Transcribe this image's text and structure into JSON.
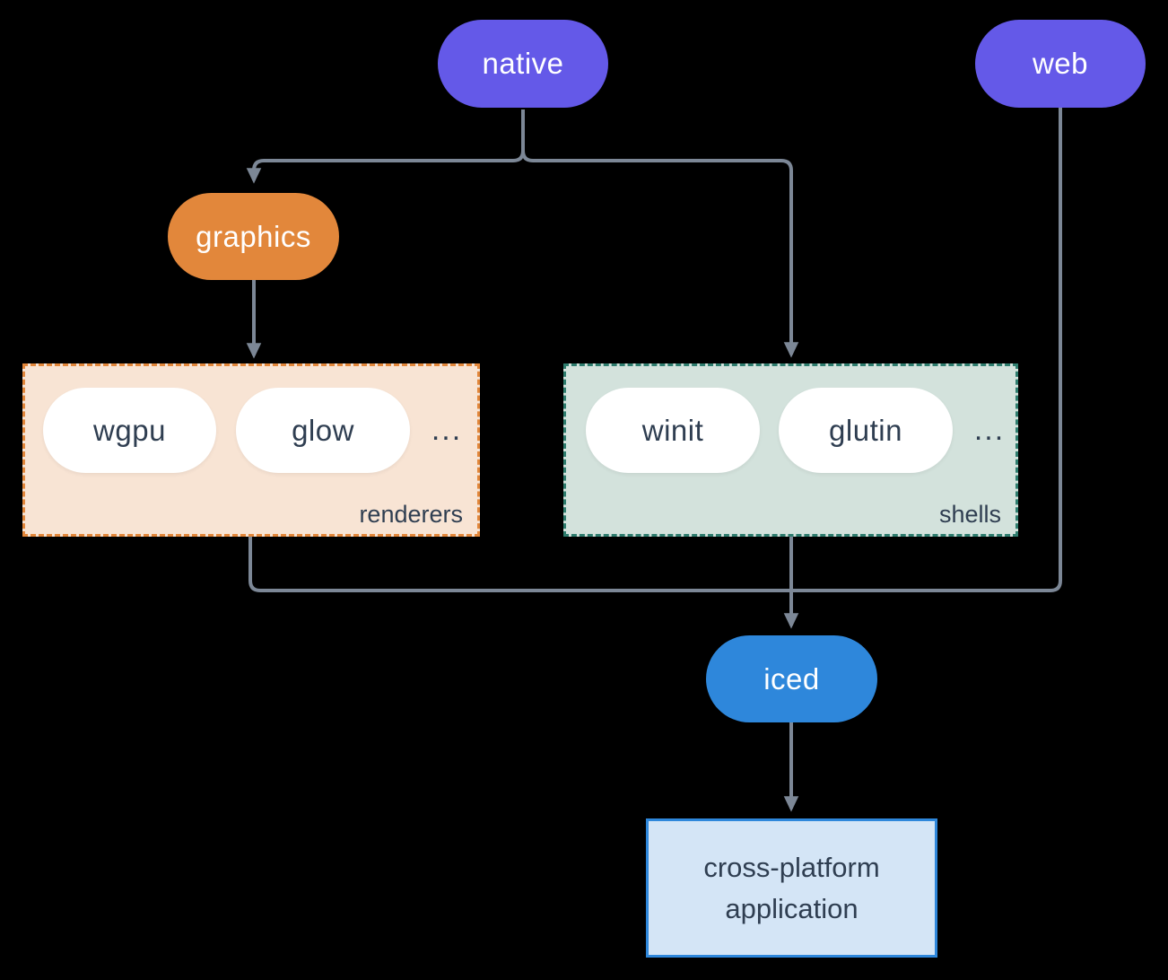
{
  "diagram": {
    "background": "#000000",
    "connector_color": "#7C8796",
    "nodes": {
      "native": {
        "label": "native",
        "color": "#6459E8",
        "text_color": "#FFFFFF"
      },
      "web": {
        "label": "web",
        "color": "#6459E8",
        "text_color": "#FFFFFF"
      },
      "graphics": {
        "label": "graphics",
        "color": "#E2873B",
        "text_color": "#FFFFFF"
      },
      "iced": {
        "label": "iced",
        "color": "#2E87DB",
        "text_color": "#FFFFFF"
      },
      "app": {
        "label_line1": "cross-platform",
        "label_line2": "application",
        "bg": "#D4E5F6",
        "border": "#2E87DB",
        "text_color": "#2F3E51"
      }
    },
    "groups": {
      "renderers": {
        "label": "renderers",
        "bg": "#F8E4D4",
        "border": "#E2873B",
        "items": [
          "wgpu",
          "glow"
        ],
        "ellipsis": "...",
        "item_bg": "#FFFFFF",
        "item_text_color": "#2F3E51"
      },
      "shells": {
        "label": "shells",
        "bg": "#D3E2DC",
        "border": "#2E7D6E",
        "items": [
          "winit",
          "glutin"
        ],
        "ellipsis": "...",
        "item_bg": "#FFFFFF",
        "item_text_color": "#2F3E51"
      }
    },
    "edges": [
      {
        "from": "native",
        "to": "graphics"
      },
      {
        "from": "native",
        "to": "shells"
      },
      {
        "from": "graphics",
        "to": "renderers"
      },
      {
        "from": "renderers",
        "to": "iced"
      },
      {
        "from": "shells",
        "to": "iced"
      },
      {
        "from": "web",
        "to": "iced"
      },
      {
        "from": "iced",
        "to": "app"
      }
    ]
  }
}
